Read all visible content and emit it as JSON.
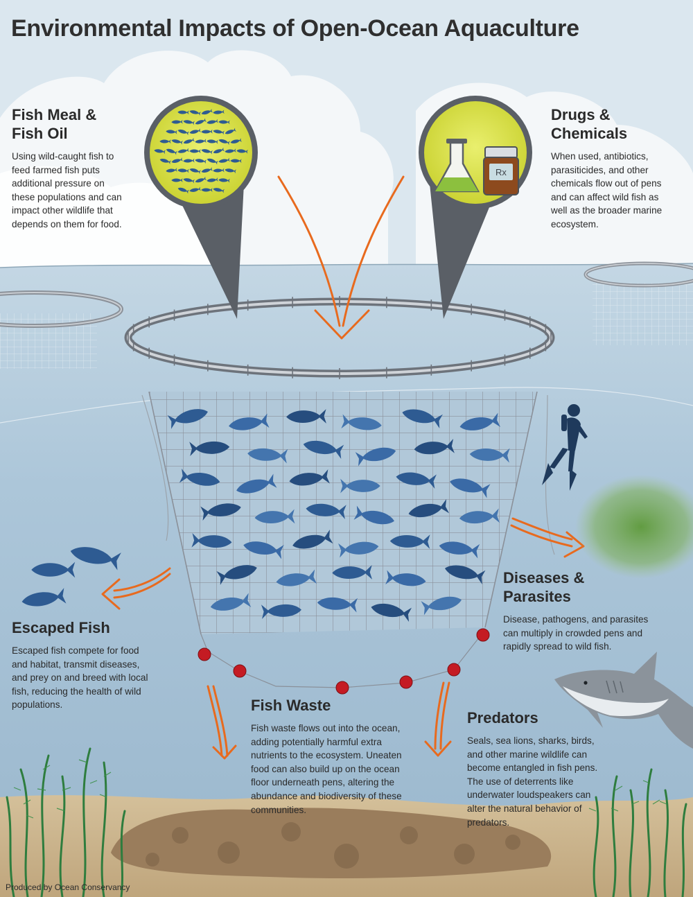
{
  "title": "Environmental Impacts of Open-Ocean Aquaculture",
  "sections": {
    "fish_meal": {
      "heading": [
        "Fish Meal &",
        "Fish Oil"
      ],
      "body": [
        "Using wild-caught fish to",
        "feed farmed fish puts",
        "additional pressure on",
        "these populations and can",
        "impact other wildlife that",
        "depends on them for food."
      ]
    },
    "drugs": {
      "heading": [
        "Drugs &",
        "Chemicals"
      ],
      "body": [
        "When used, antibiotics,",
        "parasiticides, and other",
        "chemicals flow out of pens",
        "and can affect wild fish as",
        "well as the broader marine",
        "ecosystem."
      ]
    },
    "diseases": {
      "heading": [
        "Diseases &",
        "Parasites"
      ],
      "body": [
        "Disease, pathogens, and parasites",
        "can multiply in crowded pens and",
        "rapidly spread to wild fish."
      ]
    },
    "escaped": {
      "heading": [
        "Escaped Fish"
      ],
      "body": [
        "Escaped fish compete for food",
        "and habitat, transmit diseases,",
        "and prey on and breed with local",
        "fish, reducing the health of wild",
        "populations."
      ]
    },
    "waste": {
      "heading": [
        "Fish Waste"
      ],
      "body": [
        "Fish waste flows out into the ocean,",
        "adding potentially harmful extra",
        "nutrients to the ecosystem. Uneaten",
        "food can also build up on the ocean",
        "floor underneath pens, altering the",
        "abundance and biodiversity of these",
        "communities."
      ]
    },
    "predators": {
      "heading": [
        "Predators"
      ],
      "body": [
        "Seals, sea lions, sharks, birds,",
        "and other marine wildlife can",
        "become entangled in fish pens.",
        "The use of deterrents like",
        "underwater loudspeakers can",
        "alter the natural behavior of",
        "predators."
      ]
    }
  },
  "bottle_label": "Rx",
  "credit": "Produced by Ocean Conservancy",
  "colors": {
    "sky": "#dbe7ef",
    "water": "#a9c3d6",
    "arrow": "#e86a1e",
    "fish": "#2e5b92",
    "float": "#c41b23",
    "seabed": "#c8b28a",
    "lens": "#d7e03f"
  },
  "icons": [
    "flask-icon",
    "pill-bottle-icon",
    "diver-icon",
    "shark-icon",
    "seagrass-icon"
  ]
}
